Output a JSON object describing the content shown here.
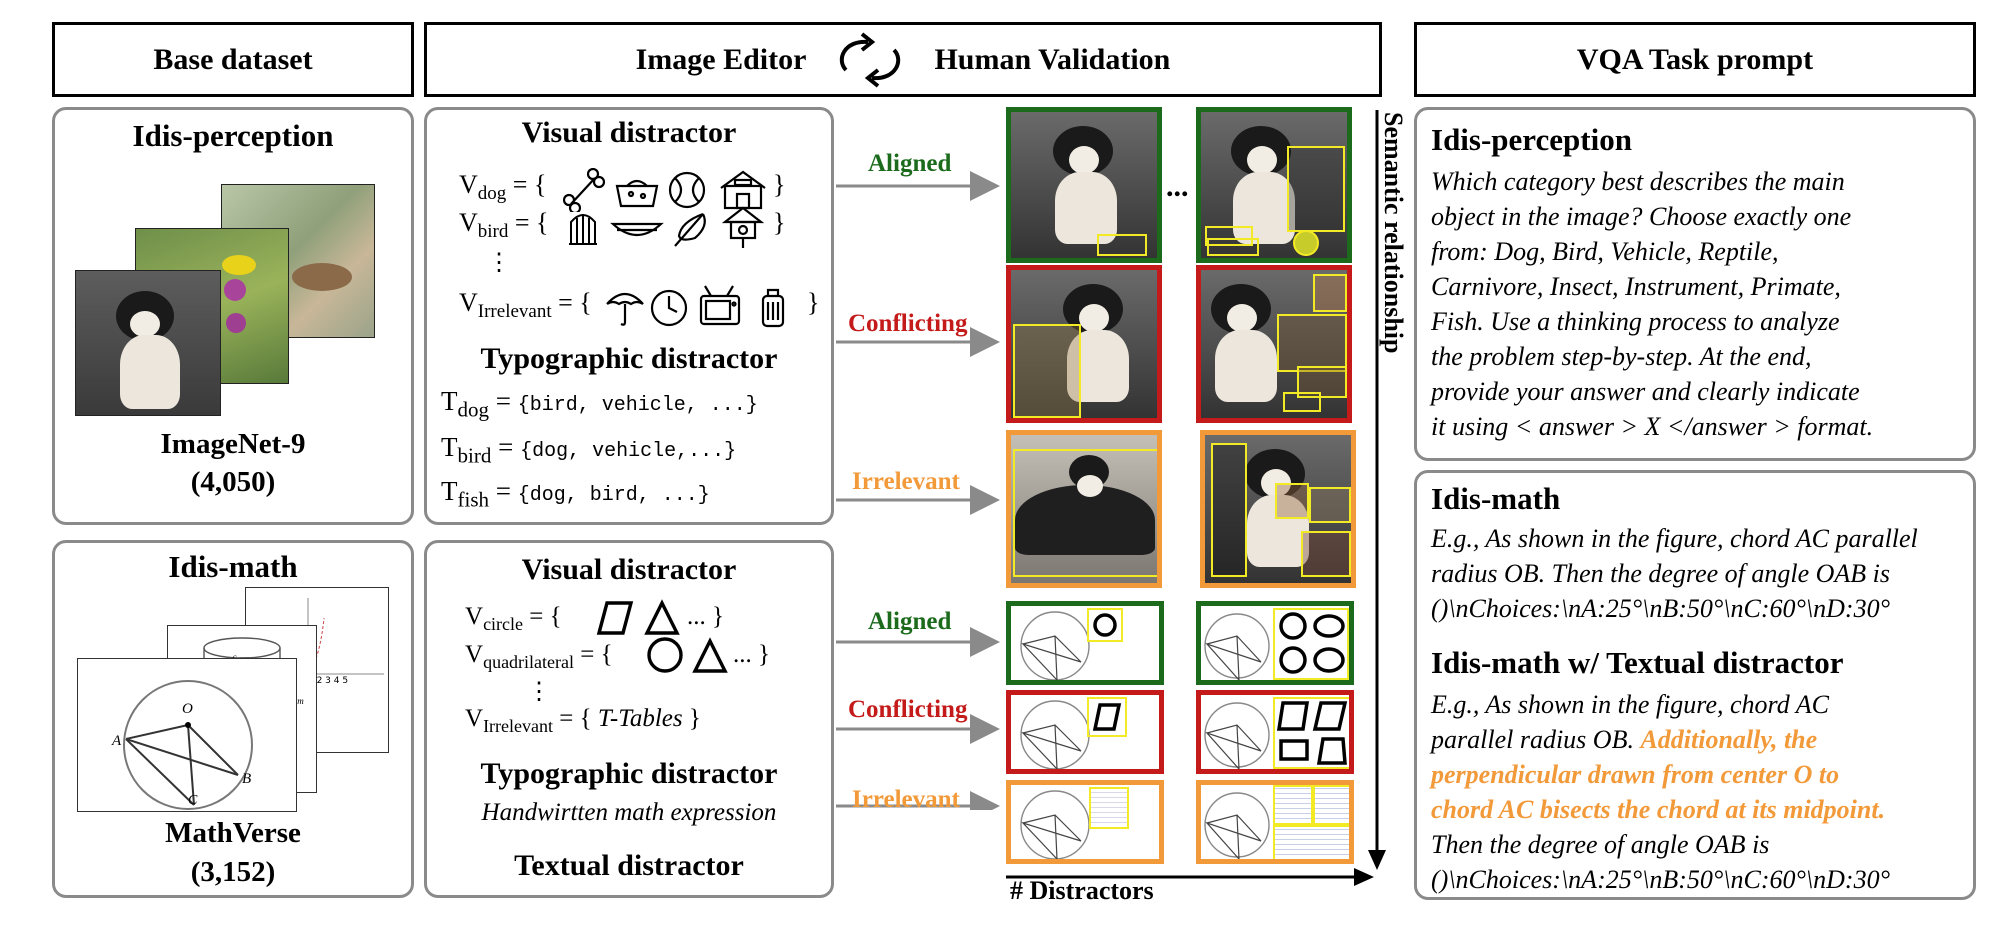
{
  "headers": {
    "base": "Base dataset",
    "editor": "Image Editor",
    "validation": "Human Validation",
    "vqa": "VQA Task prompt"
  },
  "base": {
    "perception_title": "Idis-perception",
    "imagenet_name": "ImageNet-9",
    "imagenet_count": "(4,050)",
    "math_title": "Idis-math",
    "mathverse_name": "MathVerse",
    "mathverse_count": "(3,152)",
    "sketch_label_6cm": "6 cm",
    "sketch_label_10cm": "10 cm",
    "sketch_axis_ticks": "1 2 3 4 5",
    "circle_labels": {
      "o": "O",
      "a": "A",
      "b": "B",
      "c": "C"
    }
  },
  "editor_top": {
    "visual_title": "Visual distractor",
    "v_dog": {
      "base": "V",
      "sub": "dog",
      "eq": " = {",
      "close": "}"
    },
    "v_bird": {
      "base": "V",
      "sub": "bird",
      "eq": " = {",
      "close": "}"
    },
    "v_dots": "⋮",
    "v_irr": {
      "base": "V",
      "sub": "Irrelevant",
      "eq": " = {",
      "close": "}"
    },
    "typo_title": "Typographic distractor",
    "t_dog": {
      "base": "T",
      "sub": "dog",
      "eq": " = ",
      "set": "{bird, vehicle, ...}"
    },
    "t_bird": {
      "base": "T",
      "sub": "bird",
      "eq": " = ",
      "set": "{dog, vehicle,...}"
    },
    "t_fish": {
      "base": "T",
      "sub": "fish",
      "eq": " = ",
      "set": "{dog, bird, ...}"
    }
  },
  "editor_bottom": {
    "visual_title": "Visual distractor",
    "v_circle": {
      "base": "V",
      "sub": "circle",
      "eq": " = { ",
      "rest": " ... }"
    },
    "v_quad": {
      "base": "V",
      "sub": "quadrilateral",
      "eq": " = {",
      "rest": " ... }"
    },
    "v_dots": "⋮",
    "v_irr": {
      "base": "V",
      "sub": "Irrelevant",
      "eq": " = {  ",
      "item": "T-Tables",
      "close": "  }"
    },
    "typo_title": "Typographic distractor",
    "typo_sub": "Handwirtten math expression",
    "textual_title": "Textual distractor"
  },
  "relations": {
    "aligned": "Aligned",
    "conflicting": "Conflicting",
    "irrelevant": "Irrelevant",
    "ellipsis": "...",
    "semantic_axis": "Semantic relationship",
    "distractor_axis": "# Distractors"
  },
  "colors": {
    "aligned": "#1c6b1c",
    "conflicting": "#c41a1a",
    "irrelevant": "#f29a3a",
    "box": "#f2ea24",
    "panel_border": "#8a8a8a"
  },
  "icons": {
    "dog": [
      "bone-icon",
      "dog-bowl-icon",
      "ball-icon",
      "doghouse-icon"
    ],
    "bird": [
      "birdcage-icon",
      "bird-bath-icon",
      "feather-icon",
      "birdhouse-icon"
    ],
    "irrelevant": [
      "umbrella-icon",
      "clock-icon",
      "tv-icon",
      "suitcase-icon"
    ],
    "shapes_circle": [
      "parallelogram-icon",
      "triangle-icon"
    ],
    "shapes_quad": [
      "circle-icon",
      "triangle-icon"
    ]
  },
  "vqa": {
    "perception_title": "Idis-perception",
    "perception_lines": [
      "Which category best describes the main",
      "object in the image? Choose exactly one",
      "from: Dog, Bird, Vehicle, Reptile,",
      "Carnivore, Insect, Instrument, Primate,",
      "Fish. Use a thinking process to analyze",
      "the problem step-by-step. At the end,",
      "provide your answer and clearly indicate",
      "it using < answer > X </answer > format."
    ],
    "math_title": "Idis-math",
    "math_lines": [
      "E.g., As shown in the figure, chord AC parallel",
      "radius OB. Then the degree of angle OAB is",
      "()\\nChoices:\\nA:25°\\nB:50°\\nC:60°\\nD:30°"
    ],
    "math_text_title": "Idis-math w/ Textual distractor",
    "math_text_line1": "E.g., As shown in the figure, chord AC",
    "math_text_line2a": "parallel radius OB. ",
    "math_text_line2b": "Additionally, the",
    "math_text_hl_lines": [
      "perpendicular drawn from center O to",
      "chord AC bisects the chord at its midpoint."
    ],
    "math_text_end_lines": [
      "Then the degree of angle OAB is",
      "()\\nChoices:\\nA:25°\\nB:50°\\nC:60°\\nD:30°"
    ]
  }
}
